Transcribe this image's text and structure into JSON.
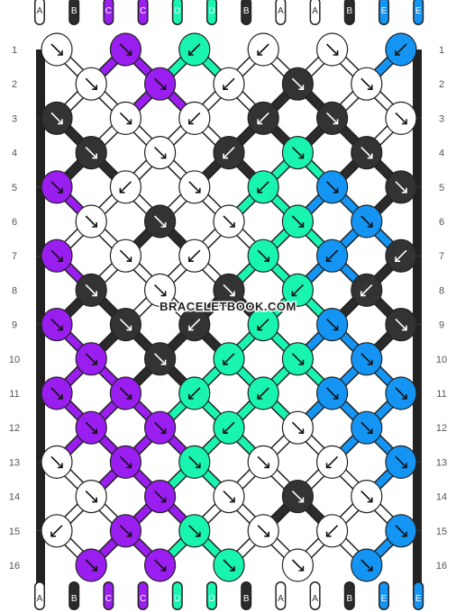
{
  "watermark": "BRACELETBOOK.COM",
  "strings": [
    "A",
    "B",
    "C",
    "C",
    "D",
    "D",
    "B",
    "A",
    "A",
    "B",
    "E",
    "E"
  ],
  "colors": {
    "A": "#ffffff",
    "B": "#2b2b2b",
    "C": "#9a1ef0",
    "D": "#19f5b0",
    "E": "#1595f3"
  },
  "knot_fill": {
    "A": "#ffffff",
    "B": "#333333",
    "C": "#9a1ef0",
    "D": "#19f5b0",
    "E": "#1595f3"
  },
  "row_labels": [
    "1",
    "2",
    "3",
    "4",
    "5",
    "6",
    "7",
    "8",
    "9",
    "10",
    "11",
    "12",
    "13",
    "14",
    "15",
    "16"
  ],
  "knot_rows": [
    [
      [
        "A",
        "se"
      ],
      [
        "C",
        "se"
      ],
      [
        "D",
        "sw"
      ],
      [
        "A",
        "sw"
      ],
      [
        "A",
        "se"
      ],
      [
        "E",
        "sw"
      ]
    ],
    [
      [
        "A",
        "se"
      ],
      [
        "C",
        "se"
      ],
      [
        "A",
        "sw"
      ],
      [
        "B",
        "se"
      ],
      [
        "A",
        "se"
      ]
    ],
    [
      [
        "B",
        "se"
      ],
      [
        "A",
        "se"
      ],
      [
        "A",
        "sw"
      ],
      [
        "B",
        "sw"
      ],
      [
        "B",
        "se"
      ],
      [
        "A",
        "se"
      ]
    ],
    [
      [
        "B",
        "se"
      ],
      [
        "A",
        "se"
      ],
      [
        "B",
        "sw"
      ],
      [
        "D",
        "se"
      ],
      [
        "B",
        "se"
      ]
    ],
    [
      [
        "C",
        "se"
      ],
      [
        "A",
        "sw"
      ],
      [
        "A",
        "se"
      ],
      [
        "D",
        "sw"
      ],
      [
        "E",
        "se"
      ],
      [
        "B",
        "se"
      ]
    ],
    [
      [
        "A",
        "sl"
      ],
      [
        "B",
        "se"
      ],
      [
        "A",
        "sl"
      ],
      [
        "D",
        "se"
      ],
      [
        "E",
        "sl"
      ]
    ],
    [
      [
        "C",
        "se"
      ],
      [
        "A",
        "se"
      ],
      [
        "A",
        "sw"
      ],
      [
        "D",
        "se"
      ],
      [
        "E",
        "sw"
      ],
      [
        "B",
        "sw"
      ]
    ],
    [
      [
        "B",
        "se"
      ],
      [
        "A",
        "se"
      ],
      [
        "B",
        "sl"
      ],
      [
        "D",
        "sw"
      ],
      [
        "B",
        "sw"
      ]
    ],
    [
      [
        "C",
        "se"
      ],
      [
        "B",
        "se"
      ],
      [
        "B",
        "sw"
      ],
      [
        "D",
        "sw"
      ],
      [
        "E",
        "se"
      ],
      [
        "B",
        "se"
      ]
    ],
    [
      [
        "C",
        "se"
      ],
      [
        "B",
        "se"
      ],
      [
        "D",
        "sw"
      ],
      [
        "D",
        "se"
      ],
      [
        "E",
        "se"
      ]
    ],
    [
      [
        "C",
        "se"
      ],
      [
        "C",
        "se"
      ],
      [
        "D",
        "sw"
      ],
      [
        "D",
        "sw"
      ],
      [
        "E",
        "se"
      ],
      [
        "E",
        "se"
      ]
    ],
    [
      [
        "C",
        "se"
      ],
      [
        "C",
        "sl"
      ],
      [
        "D",
        "sw"
      ],
      [
        "A",
        "sl"
      ],
      [
        "E",
        "se"
      ]
    ],
    [
      [
        "A",
        "se"
      ],
      [
        "C",
        "se"
      ],
      [
        "D",
        "se"
      ],
      [
        "A",
        "se"
      ],
      [
        "A",
        "sw"
      ],
      [
        "E",
        "se"
      ]
    ],
    [
      [
        "A",
        "se"
      ],
      [
        "C",
        "se"
      ],
      [
        "A",
        "se"
      ],
      [
        "B",
        "se"
      ],
      [
        "A",
        "se"
      ]
    ],
    [
      [
        "A",
        "sw"
      ],
      [
        "C",
        "se"
      ],
      [
        "D",
        "se"
      ],
      [
        "A",
        "se"
      ],
      [
        "A",
        "sw"
      ],
      [
        "E",
        "se"
      ]
    ],
    [
      [
        "C",
        "sl"
      ],
      [
        "C",
        "se"
      ],
      [
        "D",
        "se"
      ],
      [
        "A",
        "sl"
      ],
      [
        "E",
        "sl"
      ]
    ]
  ]
}
